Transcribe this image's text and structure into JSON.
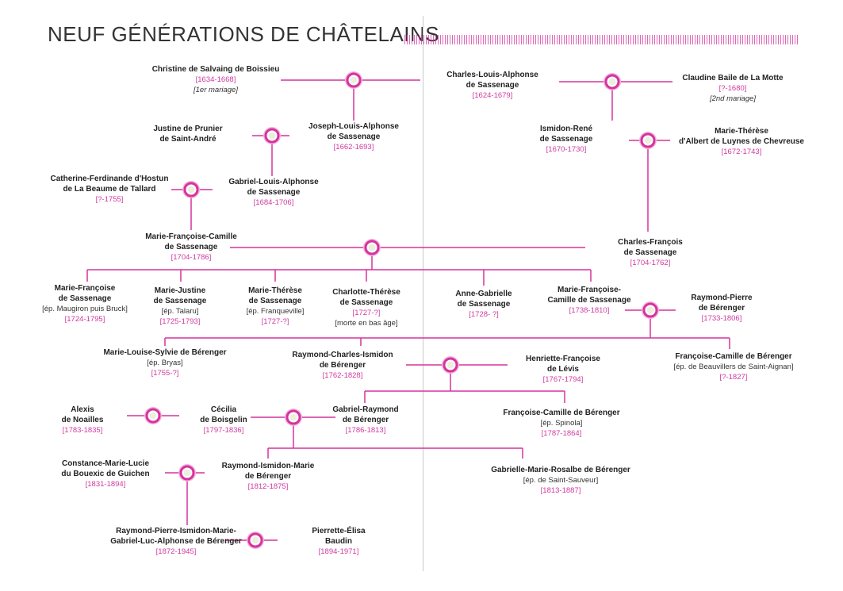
{
  "title": "NEUF GÉNÉRATIONS DE CHÂTELAINS",
  "colors": {
    "accent": "#d6339e",
    "dates": "#d03a9f",
    "text": "#222222"
  },
  "persons": {
    "christine": {
      "name": "Christine de Salvaing de Boissieu",
      "dates": "[1634-1668]",
      "note": "[1er mariage]"
    },
    "charles_louis": {
      "name1": "Charles-Louis-Alphonse",
      "name2": "de Sassenage",
      "dates": "[1624-1679]"
    },
    "claudine": {
      "name": "Claudine Baile de La Motte",
      "dates": "[?-1680]",
      "note": "[2nd mariage]"
    },
    "justine": {
      "name1": "Justine de Prunier",
      "name2": "de Saint-André"
    },
    "joseph": {
      "name1": "Joseph-Louis-Alphonse",
      "name2": "de Sassenage",
      "dates": "[1662-1693]"
    },
    "ismidon_rene": {
      "name1": "Ismidon-René",
      "name2": "de Sassenage",
      "dates": "[1670-1730]"
    },
    "marie_therese_albert": {
      "name1": "Marie-Thérèse",
      "name2": "d'Albert de Luynes de Chevreuse",
      "dates": "[1672-1743]"
    },
    "catherine": {
      "name1": "Catherine-Ferdinande d'Hostun",
      "name2": "de La Beaume de Tallard",
      "dates": "[?-1755]"
    },
    "gabriel_louis": {
      "name1": "Gabriel-Louis-Alphonse",
      "name2": "de Sassenage",
      "dates": "[1684-1706]"
    },
    "mfc_1704": {
      "name1": "Marie-Françoise-Camille",
      "name2": "de Sassenage",
      "dates": "[1704-1786]"
    },
    "charles_francois": {
      "name1": "Charles-François",
      "name2": "de Sassenage",
      "dates": "[1704-1762]"
    },
    "mf_1724": {
      "name1": "Marie-Françoise",
      "name2": "de Sassenage",
      "spouse": "[ép. Maugiron puis Bruck]",
      "dates": "[1724-1795]"
    },
    "mj_1725": {
      "name1": "Marie-Justine",
      "name2": "de Sassenage",
      "spouse": "[ép. Talaru]",
      "dates": "[1725-1793]"
    },
    "mt_1727": {
      "name1": "Marie-Thérèse",
      "name2": "de Sassenage",
      "spouse": "[ép. Franqueville]",
      "dates": "[1727-?]"
    },
    "ct_1727": {
      "name1": "Charlotte-Thérèse",
      "name2": "de Sassenage",
      "dates": "[1727-?]",
      "note": "[morte en bas âge]"
    },
    "ag_1728": {
      "name1": "Anne-Gabrielle",
      "name2": "de Sassenage",
      "dates": "[1728- ?]"
    },
    "mfc_1738": {
      "name1": "Marie-Françoise-",
      "name2": "Camille de Sassenage",
      "dates": "[1738-1810]"
    },
    "raymond_pierre": {
      "name1": "Raymond-Pierre",
      "name2": "de Bérenger",
      "dates": "[1733-1806]"
    },
    "mls_1755": {
      "name": "Marie-Louise-Sylvie de Bérenger",
      "spouse": "[ép. Bryas]",
      "dates": "[1755-?]"
    },
    "rci_1762": {
      "name1": "Raymond-Charles-Ismidon",
      "name2": "de Bérenger",
      "dates": "[1762-1828]"
    },
    "henriette": {
      "name1": "Henriette-Françoise",
      "name2": "de Lévis",
      "dates": "[1767-1794]"
    },
    "fcb_1827": {
      "name": "Françoise-Camille de Bérenger",
      "spouse": "[ép. de Beauvillers de Saint-Aignan]",
      "dates": "[?-1827]"
    },
    "alexis": {
      "name1": "Alexis",
      "name2": "de Noailles",
      "dates": "[1783-1835]"
    },
    "cecilia": {
      "name1": "Cécilia",
      "name2": "de Boisgelin",
      "dates": "[1797-1836]"
    },
    "gabriel_raymond": {
      "name1": "Gabriel-Raymond",
      "name2": "de Bérenger",
      "dates": "[1786-1813]"
    },
    "fcb_1787": {
      "name": "Françoise-Camille de Bérenger",
      "spouse": "[ép. Spinola]",
      "dates": "[1787-1864]"
    },
    "constance": {
      "name1": "Constance-Marie-Lucie",
      "name2": "du Bouexic de Guichen",
      "dates": "[1831-1894]"
    },
    "rim_1812": {
      "name1": "Raymond-Ismidon-Marie",
      "name2": "de Bérenger",
      "dates": "[1812-1875]"
    },
    "gmr_1813": {
      "name": "Gabrielle-Marie-Rosalbe de Bérenger",
      "spouse": "[ép. de Saint-Sauveur]",
      "dates": "[1813-1887]"
    },
    "rpi_1872": {
      "name1": "Raymond-Pierre-Ismidon-Marie-",
      "name2": "Gabriel-Luc-Alphonse de Bérenger",
      "dates": "[1872-1945]"
    },
    "pierrette": {
      "name1": "Pierrette-Élisa",
      "name2": "Baudin",
      "dates": "[1894-1971]"
    }
  }
}
